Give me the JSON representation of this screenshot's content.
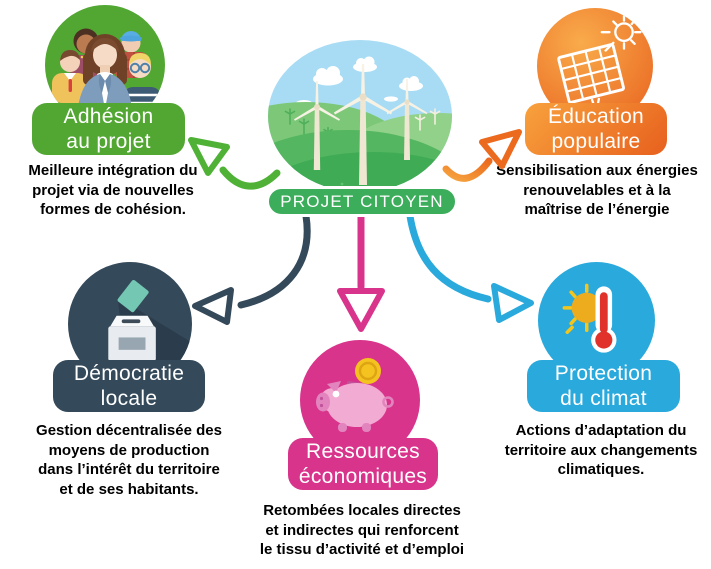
{
  "diagram": {
    "center": {
      "label": "PROJET CITOYEN",
      "illustration": "wind-turbines-landscape",
      "pill_color": "#3BAD5B"
    },
    "nodes": [
      {
        "id": "adhesion",
        "title": "Adhésion\nau projet",
        "description": "Meilleure intégration du\nprojet via de nouvelles\nformes de cohésion.",
        "color": "#52A733",
        "icon": "people-group-icon",
        "position": "top-left"
      },
      {
        "id": "education",
        "title": "Éducation\npopulaire",
        "description": "Sensibilisation aux énergies\nrenouvelables et à la\nmaîtrise de l’énergie",
        "color": "#EE7019",
        "icon": "solar-panel-icon",
        "position": "top-right"
      },
      {
        "id": "democratie",
        "title": "Démocratie\nlocale",
        "description": "Gestion décentralisée des\nmoyens de production\ndans l’intérêt du territoire\net de ses habitants.",
        "color": "#34495A",
        "icon": "ballot-box-icon",
        "position": "middle-left"
      },
      {
        "id": "ressources",
        "title": "Ressources\néconomiques",
        "description": "Retombées locales directes\net indirectes qui renforcent\nle tissu d’activité et d’emploi",
        "color": "#D8348B",
        "icon": "piggy-bank-icon",
        "position": "bottom-center"
      },
      {
        "id": "climat",
        "title": "Protection\ndu climat",
        "description": "Actions d’adaptation du\nterritoire aux changements\nclimatiques.",
        "color": "#29A9DC",
        "icon": "sun-thermometer-icon",
        "position": "middle-right"
      }
    ],
    "arrows": [
      {
        "from": "center",
        "to": "adhesion",
        "color": "#4FB237"
      },
      {
        "from": "center",
        "to": "education",
        "color": "#EB6A1E"
      },
      {
        "from": "center",
        "to": "democratie",
        "color": "#34495A"
      },
      {
        "from": "center",
        "to": "ressources",
        "color": "#D8348B"
      },
      {
        "from": "center",
        "to": "climat",
        "color": "#29A9DC"
      }
    ],
    "background": "#FFFFFF"
  }
}
